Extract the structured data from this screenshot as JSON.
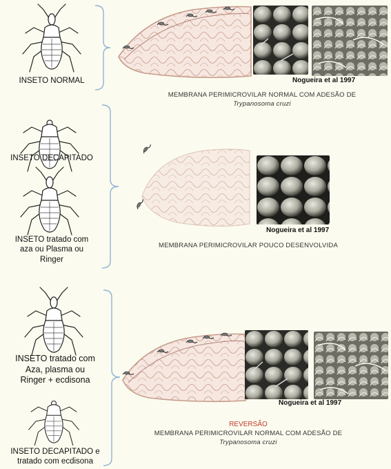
{
  "rows": {
    "normal": {
      "insect_label": "INSETO NORMAL",
      "citation": "Nogueira et al 1997",
      "caption_line1": "MEMBRANA PERIMICROVILAR NORMAL COM ADESÃO DE",
      "caption_species": "Trypanosoma cruzi"
    },
    "decapitated": {
      "insect_label_a": "INSETO DECAPITADO",
      "insect_label_b_lines": [
        "INSETO tratado com",
        "aza ou Plasma ou",
        "Ringer"
      ],
      "citation": "Nogueira et al 1997",
      "caption_line1": "MEMBRANA PERIMICROVILAR POUCO DESENVOLVIDA"
    },
    "reversal": {
      "insect_label_a_lines": [
        "INSETO tratado com",
        "Aza, plasma ou",
        "Ringer + ecdisona"
      ],
      "insect_label_b_lines": [
        "INSETO DECAPITADO e",
        "tratado com ecdisona"
      ],
      "citation": "Nogueira et al 1997",
      "reversal_label": "REVERSÃO",
      "caption_line1": "MEMBRANA PERIMICROVILAR NORMAL COM ADESÃO DE",
      "caption_species": "Trypanosoma cruzi"
    }
  },
  "colors": {
    "background": "#fbfbef",
    "bracket": "#8fb4d3",
    "tissue": "#f1d9cf",
    "tissue_stroke": "#c79c8c",
    "reversal": "#c0392b"
  },
  "icons": [
    "triatomine-bug-icon",
    "decapitated-bug-icon",
    "trypanosome-icon"
  ]
}
